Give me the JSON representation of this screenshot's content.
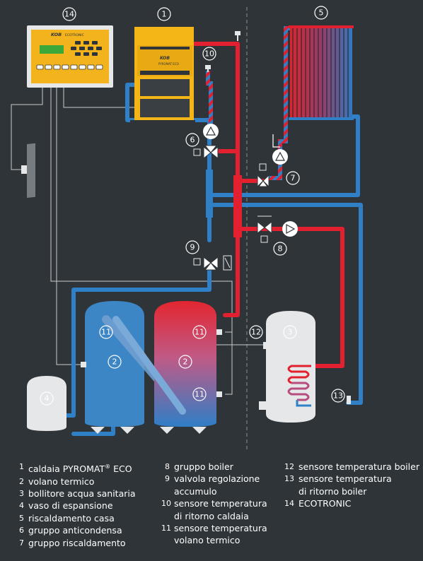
{
  "colors": {
    "background": "#2f3438",
    "hot_pipe": "#e3202f",
    "cold_pipe": "#2f80c7",
    "thin_line": "#c8ccce",
    "boiler_yellow": "#f4b516",
    "controller_yellow": "#f2b31c",
    "tank_blue": "#3d86c6",
    "tank_gray": "#e6e7e8"
  },
  "controller": {
    "brand": "KOB",
    "model": "ECOTRONIC"
  },
  "boiler": {
    "brand": "KOB",
    "model": "PYROMAT ECO"
  },
  "labels": {
    "n1": "1",
    "n2a": "2",
    "n2b": "2",
    "n3": "3",
    "n4": "4",
    "n5": "5",
    "n6": "6",
    "n7": "7",
    "n8": "8",
    "n9": "9",
    "n10": "10",
    "n11a": "11",
    "n11b": "11",
    "n11c": "11",
    "n12": "12",
    "n13": "13",
    "n14": "14"
  },
  "legend": {
    "col1": [
      {
        "num": "1",
        "text": "caldaia PYROMAT",
        "sup": "®",
        "text_after": " ECO"
      },
      {
        "num": "2",
        "text": "volano termico"
      },
      {
        "num": "3",
        "text": "bollitore acqua sanitaria"
      },
      {
        "num": "4",
        "text": "vaso di espansione"
      },
      {
        "num": "5",
        "text": "riscaldamento casa"
      },
      {
        "num": "6",
        "text": "gruppo anticondensa"
      },
      {
        "num": "7",
        "text": "gruppo riscaldamento"
      }
    ],
    "col2": [
      {
        "num": "8",
        "lines": [
          "gruppo boiler"
        ]
      },
      {
        "num": "9",
        "lines": [
          "valvola regolazione",
          "accumulo"
        ]
      },
      {
        "num": "10",
        "lines": [
          "sensore temperatura",
          "di ritorno caldaia"
        ]
      },
      {
        "num": "11",
        "lines": [
          "sensore temperatura",
          "volano termico"
        ]
      }
    ],
    "col3": [
      {
        "num": "12",
        "lines": [
          "sensore temperatura boiler"
        ]
      },
      {
        "num": "13",
        "lines": [
          "sensore temperatura",
          "di ritorno boiler"
        ]
      },
      {
        "num": "14",
        "lines": [
          "ECOTRONIC"
        ]
      }
    ]
  }
}
